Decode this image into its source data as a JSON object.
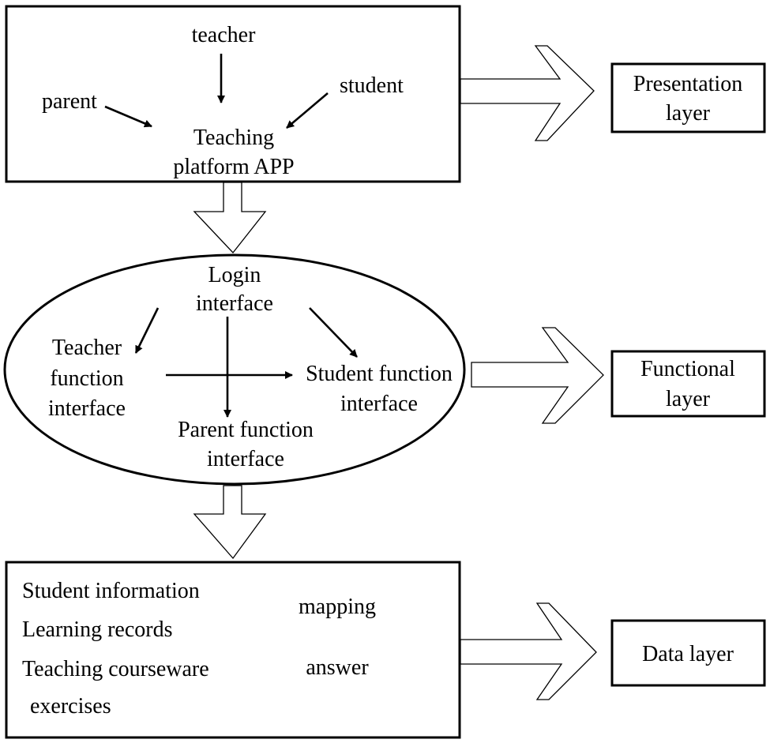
{
  "presentation": {
    "teacher": "teacher",
    "parent": "parent",
    "student": "student",
    "app_line1": "Teaching",
    "app_line2": "platform APP"
  },
  "functional": {
    "login_line1": "Login",
    "login_line2": "interface",
    "teacher_line1": "Teacher",
    "teacher_line2": "function",
    "teacher_line3": "interface",
    "student_line1": "Student function",
    "student_line2": "interface",
    "parent_line1": "Parent function",
    "parent_line2": "interface"
  },
  "data": {
    "items": [
      "Student information",
      "Learning records",
      "Teaching courseware",
      "exercises"
    ],
    "mapping": "mapping",
    "answer": "answer"
  },
  "layers": {
    "presentation_line1": "Presentation",
    "presentation_line2": "layer",
    "functional_line1": "Functional",
    "functional_line2": "layer",
    "data": "Data layer"
  }
}
